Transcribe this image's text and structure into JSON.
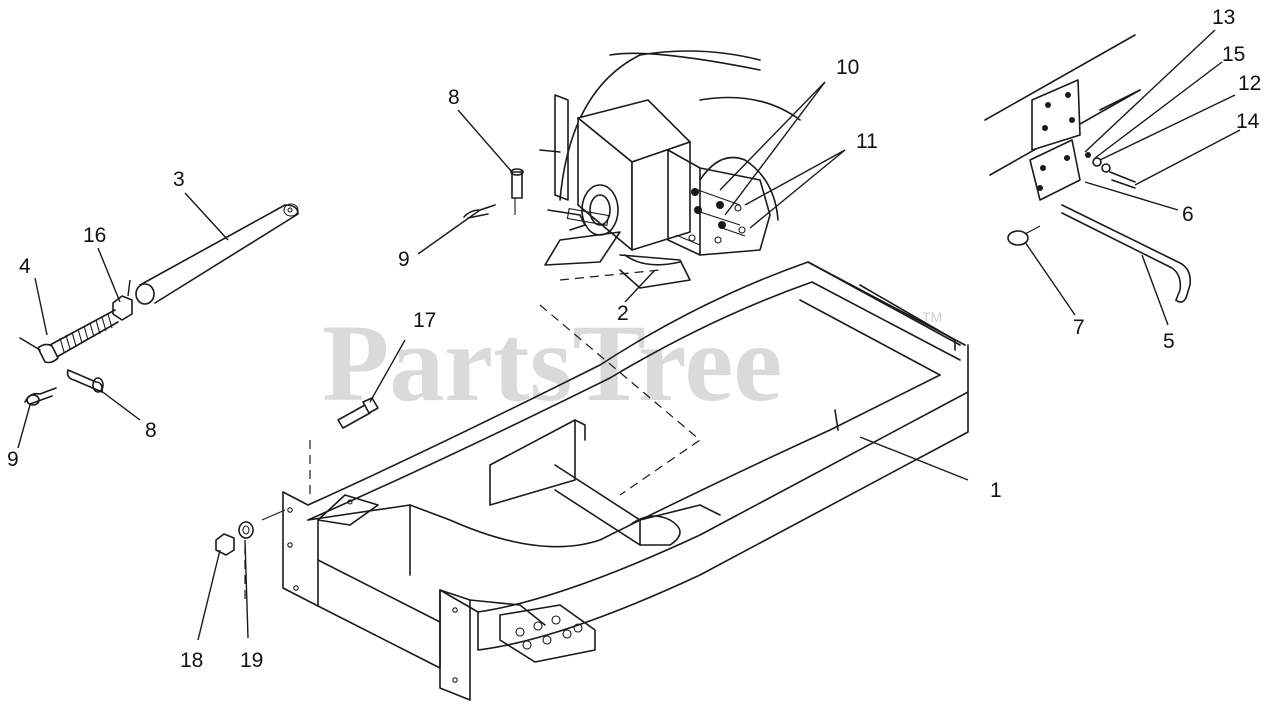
{
  "watermark": {
    "text": "PartsTree",
    "trademark": "TM"
  },
  "callouts": [
    {
      "id": "label-1",
      "text": "1"
    },
    {
      "id": "label-2",
      "text": "2"
    },
    {
      "id": "label-3",
      "text": "3"
    },
    {
      "id": "label-4",
      "text": "4"
    },
    {
      "id": "label-5",
      "text": "5"
    },
    {
      "id": "label-6",
      "text": "6"
    },
    {
      "id": "label-7",
      "text": "7"
    },
    {
      "id": "label-8-top",
      "text": "8"
    },
    {
      "id": "label-8-left",
      "text": "8"
    },
    {
      "id": "label-9-top",
      "text": "9"
    },
    {
      "id": "label-9-left",
      "text": "9"
    },
    {
      "id": "label-10",
      "text": "10"
    },
    {
      "id": "label-11",
      "text": "11"
    },
    {
      "id": "label-12",
      "text": "12"
    },
    {
      "id": "label-13",
      "text": "13"
    },
    {
      "id": "label-14",
      "text": "14"
    },
    {
      "id": "label-15",
      "text": "15"
    },
    {
      "id": "label-16",
      "text": "16"
    },
    {
      "id": "label-17",
      "text": "17"
    },
    {
      "id": "label-18",
      "text": "18"
    },
    {
      "id": "label-19",
      "text": "19"
    }
  ]
}
